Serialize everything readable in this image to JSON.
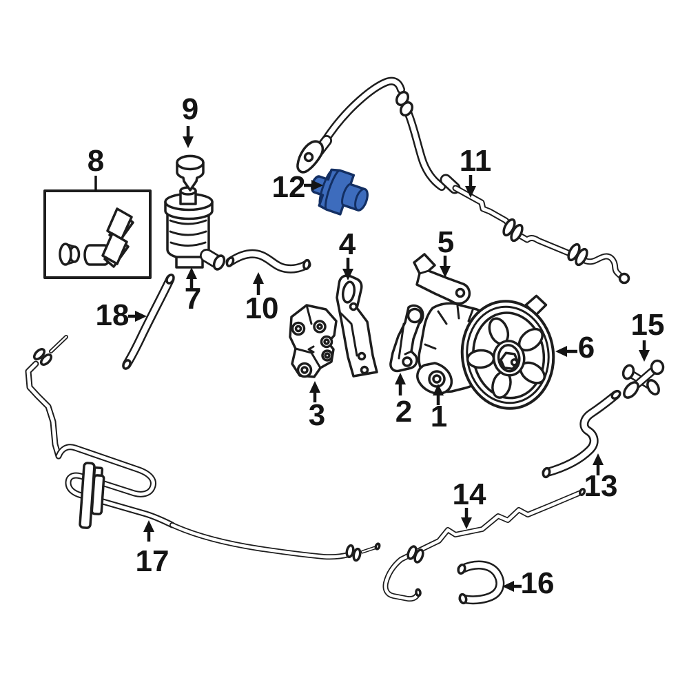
{
  "diagram": {
    "background": "#ffffff",
    "line_color": "#1d1d1d",
    "text_color": "#141414"
  },
  "highlighted_part": {
    "number": "12",
    "fill": "#3d6cbd",
    "outline": "#132f63"
  },
  "callouts": {
    "c1": "1",
    "c2": "2",
    "c3": "3",
    "c4": "4",
    "c5": "5",
    "c6": "6",
    "c7": "7",
    "c8": "8",
    "c9": "9",
    "c10": "10",
    "c11": "11",
    "c12": "12",
    "c13": "13",
    "c14": "14",
    "c15": "15",
    "c16": "16",
    "c17": "17",
    "c18": "18"
  }
}
